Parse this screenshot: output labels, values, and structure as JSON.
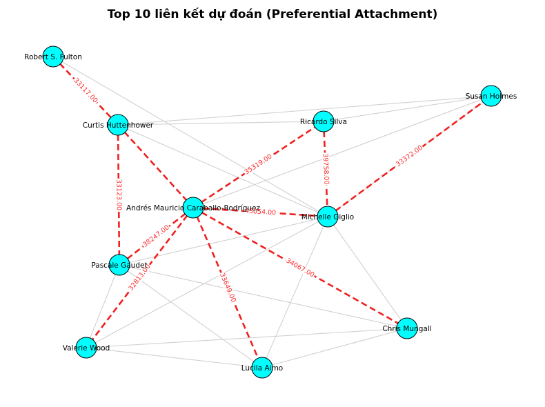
{
  "title": "Top 10 liên kết dự đoán (Preferential Attachment)",
  "colors": {
    "node_fill": "#00ffff",
    "normal_edge": "#d0d0d0",
    "predicted_edge": "#f02020",
    "label_red": "#ff2a2a"
  },
  "nodes": [
    {
      "id": "robert",
      "label": "Robert S. Fulton"
    },
    {
      "id": "curtis",
      "label": "Curtis Huttenhower"
    },
    {
      "id": "ricardo",
      "label": "Ricardo Silva"
    },
    {
      "id": "susan",
      "label": "Susan Holmes"
    },
    {
      "id": "andres",
      "label": "Andrés Mauricio Caraballo-Rodríguez"
    },
    {
      "id": "michelle",
      "label": "Michelle Giglio"
    },
    {
      "id": "pascale",
      "label": "Pascale Gaudet"
    },
    {
      "id": "chris",
      "label": "Chris Mungall"
    },
    {
      "id": "valerie",
      "label": "Valerie Wood"
    },
    {
      "id": "lucila",
      "label": "Lucila Aimo"
    }
  ],
  "edges": [
    [
      "curtis",
      "susan"
    ],
    [
      "curtis",
      "ricardo"
    ],
    [
      "ricardo",
      "susan"
    ],
    [
      "curtis",
      "michelle"
    ],
    [
      "robert",
      "michelle"
    ],
    [
      "andres",
      "susan"
    ],
    [
      "michelle",
      "susan"
    ],
    [
      "pascale",
      "michelle"
    ],
    [
      "pascale",
      "chris"
    ],
    [
      "pascale",
      "lucila"
    ],
    [
      "pascale",
      "valerie"
    ],
    [
      "michelle",
      "chris"
    ],
    [
      "michelle",
      "lucila"
    ],
    [
      "valerie",
      "michelle"
    ],
    [
      "valerie",
      "chris"
    ],
    [
      "valerie",
      "lucila"
    ],
    [
      "lucila",
      "chris"
    ]
  ],
  "predicted_links": [
    {
      "source": "robert",
      "target": "curtis",
      "label": "33117.00"
    },
    {
      "source": "curtis",
      "target": "andres",
      "label": ""
    },
    {
      "source": "curtis",
      "target": "pascale",
      "label": "33123.00"
    },
    {
      "source": "andres",
      "target": "ricardo",
      "label": "35319.00"
    },
    {
      "source": "andres",
      "target": "michelle",
      "label": "43054.00"
    },
    {
      "source": "ricardo",
      "target": "michelle",
      "label": "39758.00"
    },
    {
      "source": "michelle",
      "target": "susan",
      "label": "33372.00"
    },
    {
      "source": "andres",
      "target": "pascale",
      "label": "38247.00"
    },
    {
      "source": "andres",
      "target": "valerie",
      "label": "32813.00"
    },
    {
      "source": "andres",
      "target": "lucila",
      "label": "33649.00"
    },
    {
      "source": "andres",
      "target": "chris",
      "label": "34067.00"
    }
  ]
}
